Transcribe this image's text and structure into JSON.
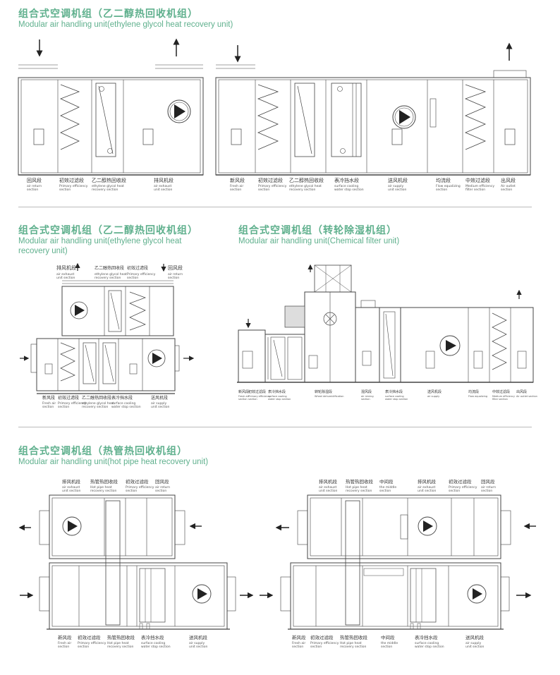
{
  "sec1": {
    "title_cn": "组合式空调机组（乙二醇热回收机组）",
    "title_en": "Modular air handling unit(ethylene glycol heat recovery unit)",
    "leftUnit": [
      {
        "cn": "回风段",
        "en1": "air return",
        "en2": "section"
      },
      {
        "cn": "初效过滤段",
        "en1": "Primary efficiency",
        "en2": "section"
      },
      {
        "cn": "乙二醇热回收段",
        "en1": "ethylene glycol heat",
        "en2": "recovery section"
      },
      {
        "cn": "排风机段",
        "en1": "air exhaust",
        "en2": "unit section"
      }
    ],
    "rightUnit": [
      {
        "cn": "新风段",
        "en1": "Fresh air",
        "en2": "section"
      },
      {
        "cn": "初效过滤段",
        "en1": "Primary efficiency",
        "en2": "section"
      },
      {
        "cn": "乙二醇热回收段",
        "en1": "ethylene glycol heat",
        "en2": "recovery section"
      },
      {
        "cn": "表冷挡水段",
        "en1": "surface cooling",
        "en2": "water stop section"
      },
      {
        "cn": "送风机段",
        "en1": "air supply",
        "en2": "unit section"
      },
      {
        "cn": "均流段",
        "en1": "Flow equalizing",
        "en2": "section"
      },
      {
        "cn": "中效过滤段",
        "en1": "Medium efficiency",
        "en2": "filter section"
      },
      {
        "cn": "出风段",
        "en1": "Air outlet",
        "en2": "section"
      }
    ]
  },
  "sec2": {
    "title_cn": "组合式空调机组（乙二醇热回收机组）",
    "title_en1": "Modular air handling unit(ethylene glycol heat",
    "title_en2": "recovery unit)",
    "top": [
      {
        "cn": "排风机段",
        "en1": "air exhaust",
        "en2": "unit section"
      },
      {
        "cn": "乙二醇热回收段",
        "en1": "ethylene glycol heat",
        "en2": "recovery section"
      },
      {
        "cn": "初效过滤段",
        "en1": "Primary efficiency",
        "en2": "section"
      },
      {
        "cn": "回风段",
        "en1": "air return",
        "en2": "section"
      }
    ],
    "bottom": [
      {
        "cn": "新风段",
        "en1": "Fresh air",
        "en2": "section"
      },
      {
        "cn": "初效过滤段",
        "en1": "Primary efficiency",
        "en2": "section"
      },
      {
        "cn": "乙二醇热回收段",
        "en1": "ethylene glycol heat",
        "en2": "recovery section"
      },
      {
        "cn": "表冷挡水段",
        "en1": "surface cooling",
        "en2": "water stop section"
      },
      {
        "cn": "送风机段",
        "en1": "air supply",
        "en2": "unit section"
      }
    ]
  },
  "sec3": {
    "title_cn": "组合式空调机组（转轮除湿机组）",
    "title_en": "Modular air handling unit(Chemical filter unit)",
    "labels": [
      {
        "cn": "新风段",
        "en1": "Fresh air",
        "en2": "section"
      },
      {
        "cn": "初效过滤段",
        "en1": "Primary efficiency",
        "en2": "section"
      },
      {
        "cn": "表冷挡水段",
        "en1": "surface cooling",
        "en2": "water stop section"
      },
      {
        "cn": "转轮除湿段",
        "en1": "Wheel dehumidification",
        "en2": ""
      },
      {
        "cn": "混风段",
        "en1": "air mixing",
        "en2": "section"
      },
      {
        "cn": "表冷挡水段",
        "en1": "surface cooling",
        "en2": "water stop section"
      },
      {
        "cn": "送风机段",
        "en1": "air supply",
        "en2": ""
      },
      {
        "cn": "均流段",
        "en1": "Flow equalizing",
        "en2": ""
      },
      {
        "cn": "中效过滤段",
        "en1": "Medium efficiency",
        "en2": "filter section"
      },
      {
        "cn": "出风段",
        "en1": "Air outlet section",
        "en2": ""
      }
    ]
  },
  "sec4": {
    "title_cn": "组合式空调机组（热管热回收机组）",
    "title_en": "Modular air handling unit(hot pipe heat recovery unit)",
    "leftTop": [
      {
        "cn": "排风机段",
        "en1": "air exhaust",
        "en2": "unit section"
      },
      {
        "cn": "热管热回收段",
        "en1": "Hot pipe heat",
        "en2": "recovery section"
      },
      {
        "cn": "初效过滤段",
        "en1": "Primary efficiency",
        "en2": "section"
      },
      {
        "cn": "回风段",
        "en1": "air return",
        "en2": "section"
      }
    ],
    "leftBottom": [
      {
        "cn": "新风段",
        "en1": "Fresh air",
        "en2": "section"
      },
      {
        "cn": "初效过滤段",
        "en1": "Primary efficiency",
        "en2": "section"
      },
      {
        "cn": "热管热回收段",
        "en1": "Hot pipe heat",
        "en2": "recovery section"
      },
      {
        "cn": "表冷挡水段",
        "en1": "surface cooling",
        "en2": "water stop section"
      },
      {
        "cn": "送风机段",
        "en1": "air supply",
        "en2": "unit section"
      }
    ],
    "rightTop": [
      {
        "cn": "排风机段",
        "en1": "air exhaust",
        "en2": "unit section"
      },
      {
        "cn": "热管热回收段",
        "en1": "Hot pipe heat",
        "en2": "recovery section"
      },
      {
        "cn": "中间段",
        "en1": "the middle",
        "en2": "section"
      },
      {
        "cn": "排风机段",
        "en1": "air exhaust",
        "en2": "unit section"
      },
      {
        "cn": "初效过滤段",
        "en1": "Primary efficiency",
        "en2": "section"
      },
      {
        "cn": "回风段",
        "en1": "air return",
        "en2": "section"
      }
    ],
    "rightBottom": [
      {
        "cn": "新风段",
        "en1": "Fresh air",
        "en2": "section"
      },
      {
        "cn": "初效过滤段",
        "en1": "Primary efficiency",
        "en2": "section"
      },
      {
        "cn": "热管热回收段",
        "en1": "Hot pipe heat",
        "en2": "recovery section"
      },
      {
        "cn": "中间段",
        "en1": "the middle",
        "en2": "section"
      },
      {
        "cn": "表冷挡水段",
        "en1": "surface cooling",
        "en2": "water stop section"
      },
      {
        "cn": "送风机段",
        "en1": "air supply",
        "en2": "unit section"
      }
    ]
  }
}
